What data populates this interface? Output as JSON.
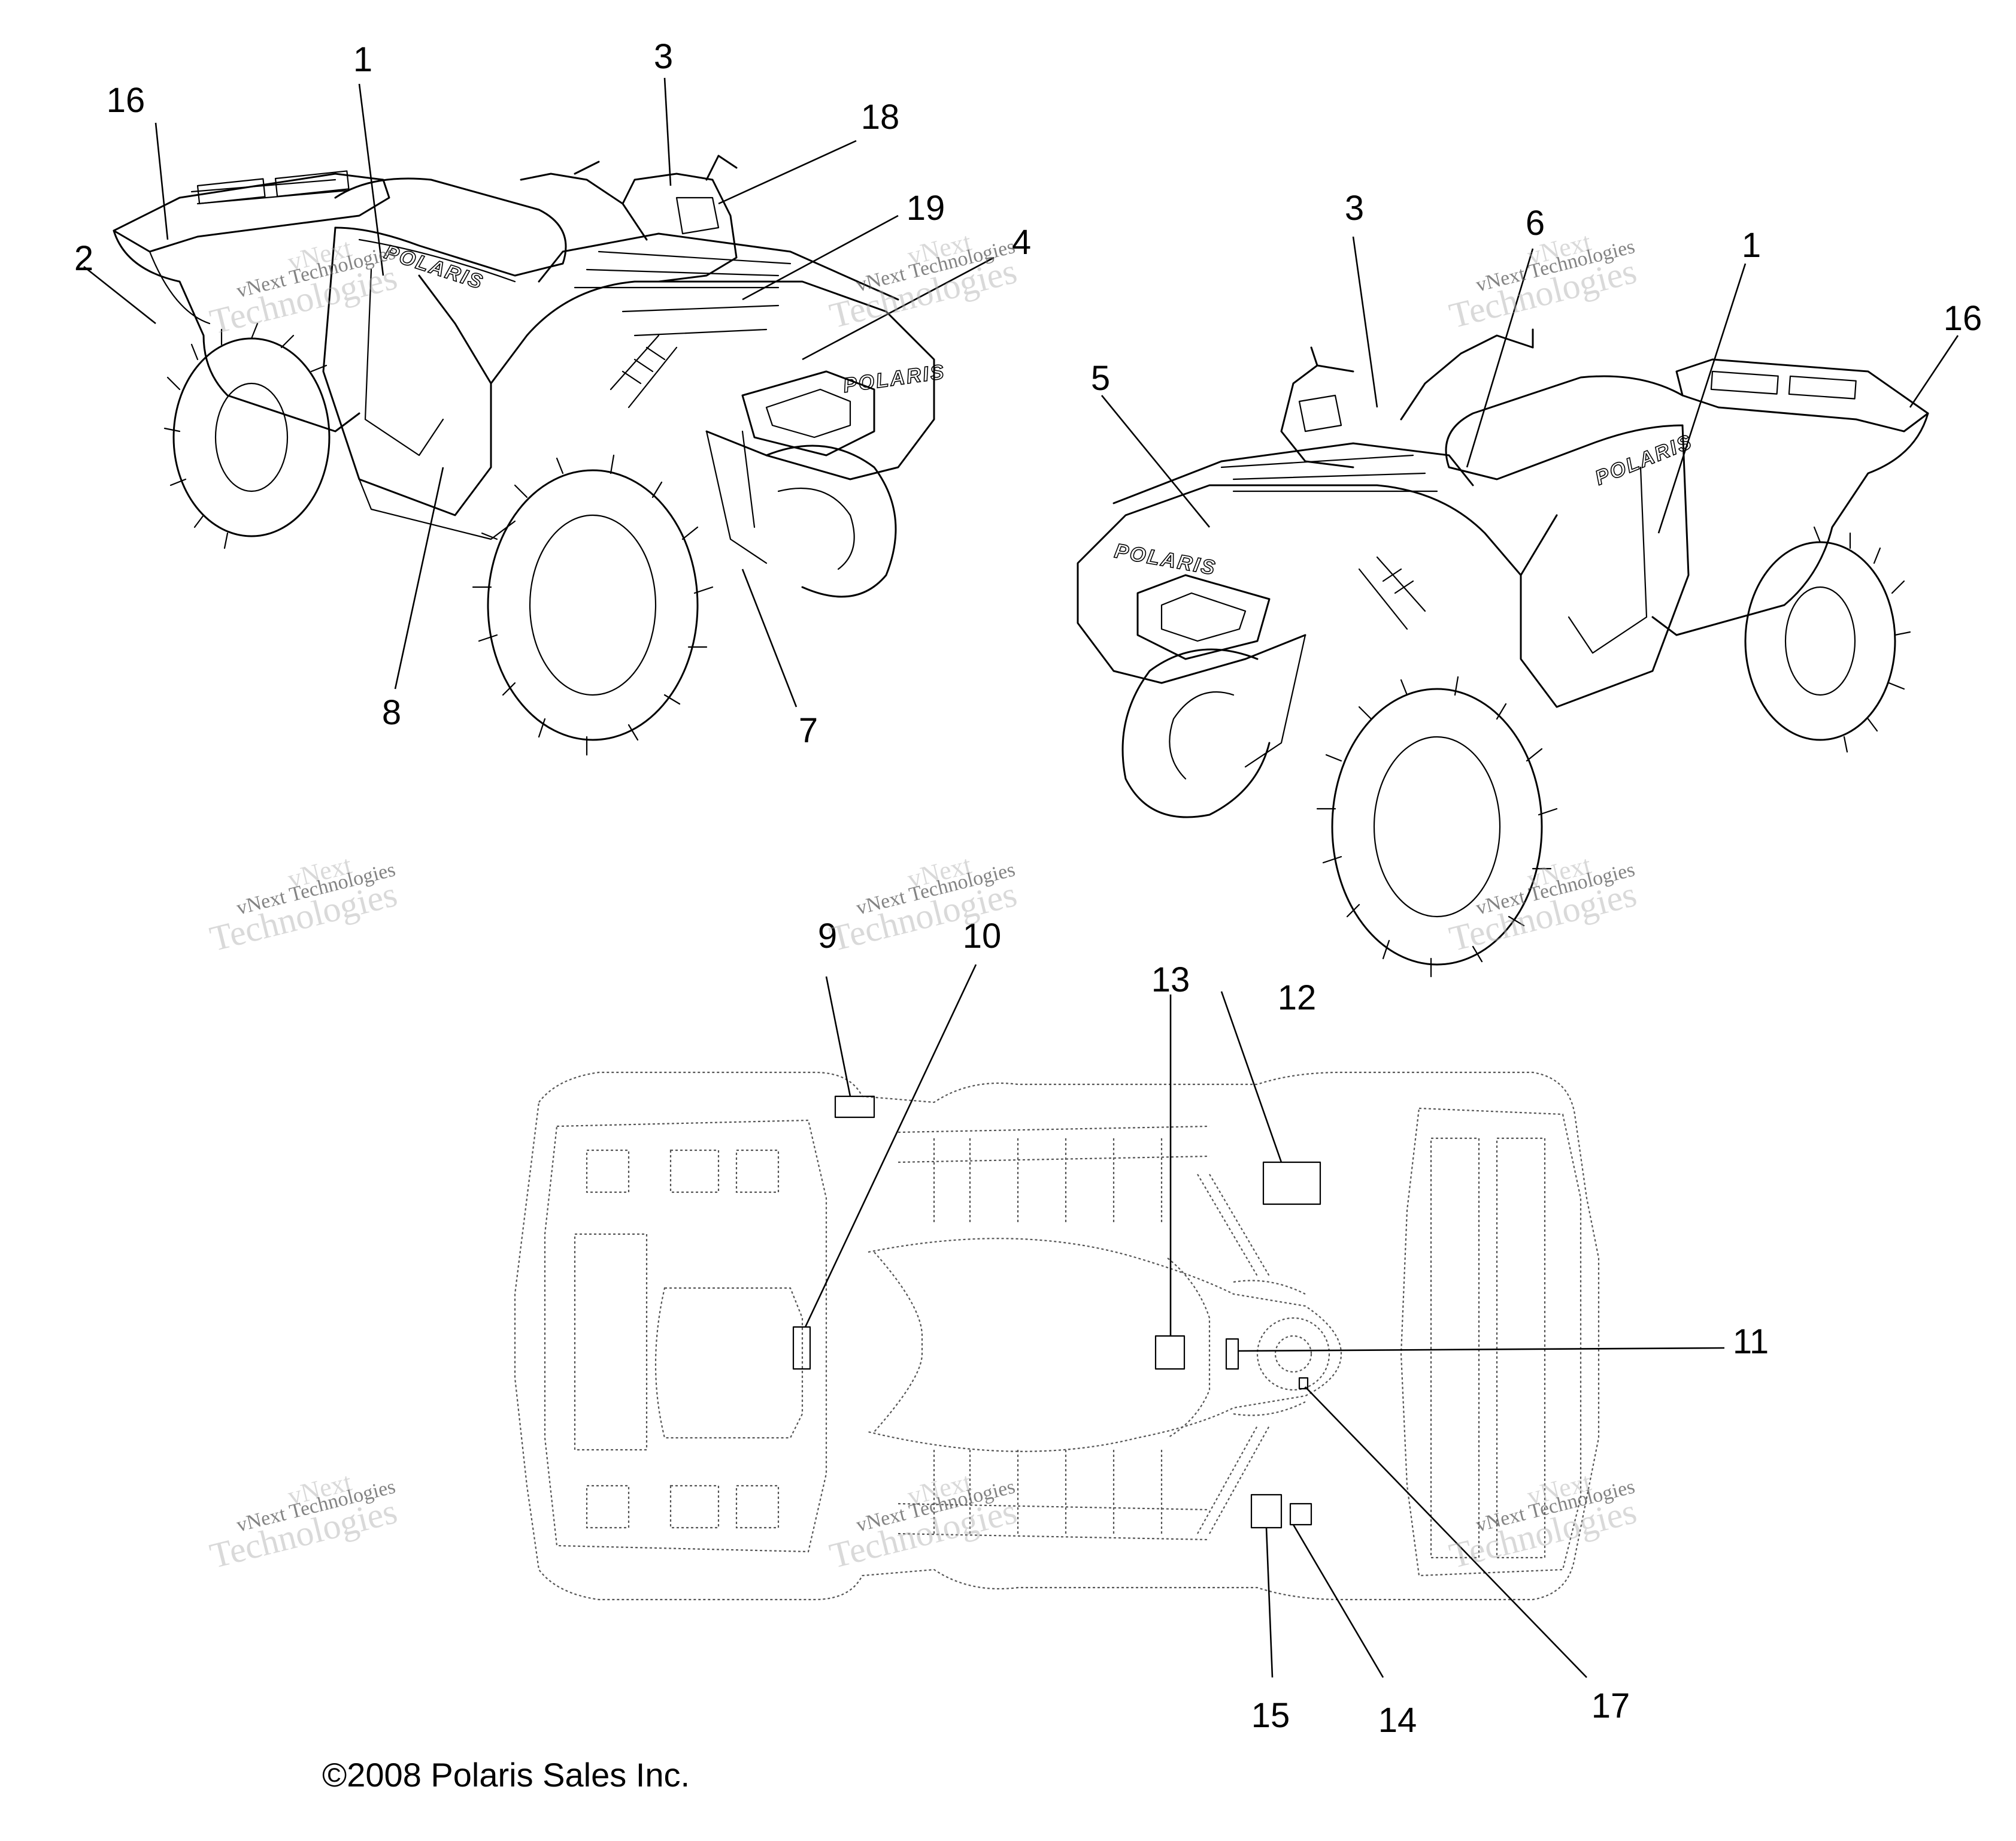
{
  "callouts": {
    "c1a": "1",
    "c2": "2",
    "c3a": "3",
    "c4": "4",
    "c7": "7",
    "c8": "8",
    "c16a": "16",
    "c18": "18",
    "c19": "19",
    "c1b": "1",
    "c3b": "3",
    "c5": "5",
    "c6": "6",
    "c16b": "16",
    "c9": "9",
    "c10": "10",
    "c11": "11",
    "c12": "12",
    "c13": "13",
    "c14": "14",
    "c15": "15",
    "c17": "17"
  },
  "logos": {
    "left": "POLARIS",
    "right": "POLARIS",
    "front_left": "POLARIS",
    "front_right": "POLARIS"
  },
  "watermark": {
    "line1": "vNext",
    "line2": "vNext Technologies",
    "line3": "Technologies"
  },
  "copyright": "©2008 Polaris Sales Inc."
}
